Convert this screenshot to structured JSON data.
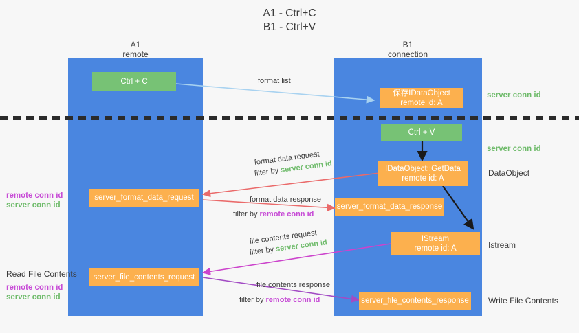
{
  "title": "A1 - Ctrl+C\nB1 - Ctrl+V",
  "columns": {
    "left": {
      "name": "A1",
      "subtitle": "remote",
      "header": "A1\nremote"
    },
    "right": {
      "name": "B1",
      "subtitle": "connection",
      "header": "B1\nconnection"
    }
  },
  "nodes": {
    "ctrl_c": {
      "label": "Ctrl + C",
      "kind": "green"
    },
    "save_idataobject": {
      "label": "保存IDataObject\nremote id: A",
      "kind": "orange"
    },
    "ctrl_v": {
      "label": "Ctrl + V",
      "kind": "green"
    },
    "idataobject_getdata": {
      "label": "IDataObject::GetData\nremote id: A",
      "kind": "orange"
    },
    "server_format_data_request": {
      "label": "server_format_data_request",
      "kind": "orange"
    },
    "server_format_data_response": {
      "label": "server_format_data_response",
      "kind": "orange"
    },
    "istream": {
      "label": "IStream\nremote id: A",
      "kind": "orange"
    },
    "server_file_contents_request": {
      "label": "server_file_contents_request",
      "kind": "orange"
    },
    "server_file_contents_response": {
      "label": "server_file_contents_response",
      "kind": "orange"
    }
  },
  "edges": {
    "format_list": {
      "label": "format list"
    },
    "format_data_request": {
      "line1": "format data request",
      "filter_prefix": "filter by ",
      "filter_key": "server conn id"
    },
    "format_data_response": {
      "line1": "format data response",
      "filter_prefix": "filter by ",
      "filter_key": "remote conn id"
    },
    "file_contents_request": {
      "line1": "file contents request",
      "filter_prefix": "filter by ",
      "filter_key": "server conn id"
    },
    "file_contents_response": {
      "line1": "file contents response",
      "filter_prefix": "filter by ",
      "filter_key": "remote conn id"
    }
  },
  "annotations": {
    "right_top_conn": "server conn id",
    "right_second_conn": "server conn id",
    "right_dataobject": "DataObject",
    "right_istream": "Istream",
    "right_write_file": "Write File Contents",
    "left_mid_remote": "remote conn id",
    "left_mid_server": "server conn id",
    "left_read_file": "Read File Contents",
    "left_low_remote": "remote conn id",
    "left_low_server": "server conn id"
  },
  "colors": {
    "lane_blue": "#4a86e0",
    "node_green": "#77c275",
    "node_orange": "#fcb04e",
    "conn_green": "#6fbb6b",
    "conn_purple": "#c74bd6",
    "arrow_light_blue": "#a8d2f0",
    "arrow_red": "#ea6a6a",
    "arrow_magenta": "#cc44cc",
    "arrow_purple": "#a24bc4",
    "arrow_black": "#1a1a1a",
    "background": "#f7f7f7"
  }
}
